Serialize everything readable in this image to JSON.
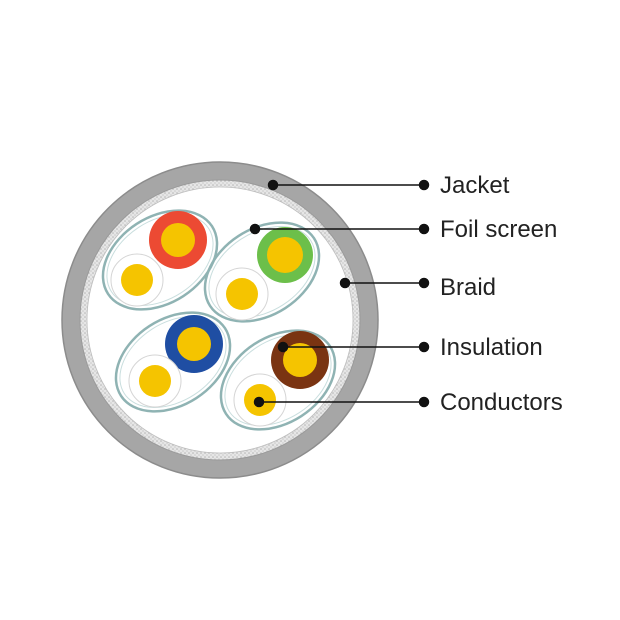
{
  "labels": {
    "jacket": "Jacket",
    "foil_screen": "Foil screen",
    "braid": "Braid",
    "insulation": "Insulation",
    "conductors": "Conductors"
  },
  "colors": {
    "jacket": "#a6a6a6",
    "braid": "#cfcfcf",
    "foil": "#8fb3b3",
    "conductor": "#f5c400",
    "orange": "#ec4a33",
    "green": "#6cbf4a",
    "blue": "#1f4ea3",
    "brown": "#7a3412",
    "leader": "#111111"
  }
}
